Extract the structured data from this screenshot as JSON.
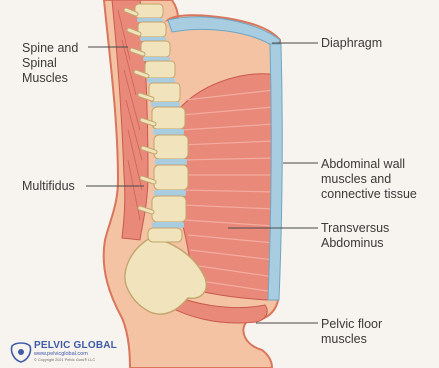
{
  "labels": {
    "spine": [
      "Spine and",
      "Spinal",
      "Muscles"
    ],
    "multifidus": [
      "Multifidus"
    ],
    "diaphragm": [
      "Diaphragm"
    ],
    "abdominal_wall": [
      "Abdominal wall",
      "muscles and",
      "connective tissue"
    ],
    "transversus": [
      "Transversus",
      "Abdominus"
    ],
    "pelvic_floor": [
      "Pelvic floor",
      "muscles"
    ]
  },
  "logo": {
    "title": "PELVIC GLOBAL",
    "url": "www.pelvicglobal.com",
    "copyright": "© Copyright 2021 Pelvic Guru® LLC"
  },
  "colors": {
    "background": "#f7f3ee",
    "skin": "#f3c3a3",
    "skin_outline": "#d9765d",
    "muscle": "#e9897a",
    "muscle_dark": "#c95a4c",
    "bone": "#f1e4bd",
    "bone_outline": "#c3a56c",
    "disc": "#a9cde0",
    "diaphragm": "#a9cde0",
    "leader_line": "#4a4a4a",
    "brand": "#3e5aa8"
  }
}
